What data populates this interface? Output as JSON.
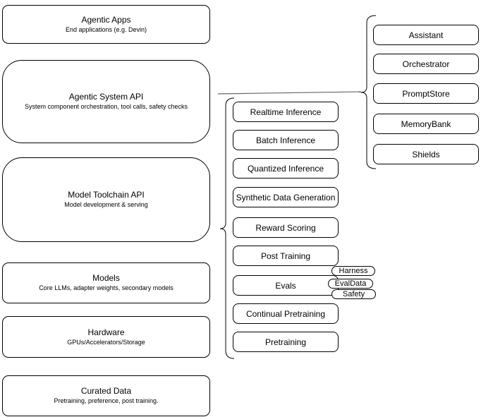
{
  "layers": [
    {
      "title": "Agentic Apps",
      "subtitle": "End applications (e.g. Devin)"
    },
    {
      "title": "Agentic System API",
      "subtitle": "System component orchestration, tool calls, safety checks"
    },
    {
      "title": "Model Toolchain API",
      "subtitle": "Model development & serving"
    },
    {
      "title": "Models",
      "subtitle": "Core LLMs, adapter weights, secondary models"
    },
    {
      "title": "Hardware",
      "subtitle": "GPUs/Accelerators/Storage"
    },
    {
      "title": "Curated Data",
      "subtitle": "Pretraining, preference, post training."
    }
  ],
  "toolchain_items": [
    "Realtime Inference",
    "Batch Inference",
    "Quantized Inference",
    "Synthetic Data Generation",
    "Reward Scoring",
    "Post Training",
    "Evals",
    "Continual Pretraining",
    "Pretraining"
  ],
  "eval_tags": [
    "Harness",
    "EvalData",
    "Safety"
  ],
  "system_components": [
    "Assistant",
    "Orchestrator",
    "PromptStore",
    "MemoryBank",
    "Shields"
  ],
  "colors": {
    "stroke": "#000000",
    "fill": "#ffffff",
    "connector": "#666666",
    "text": "#000000",
    "background": "#ffffff"
  }
}
